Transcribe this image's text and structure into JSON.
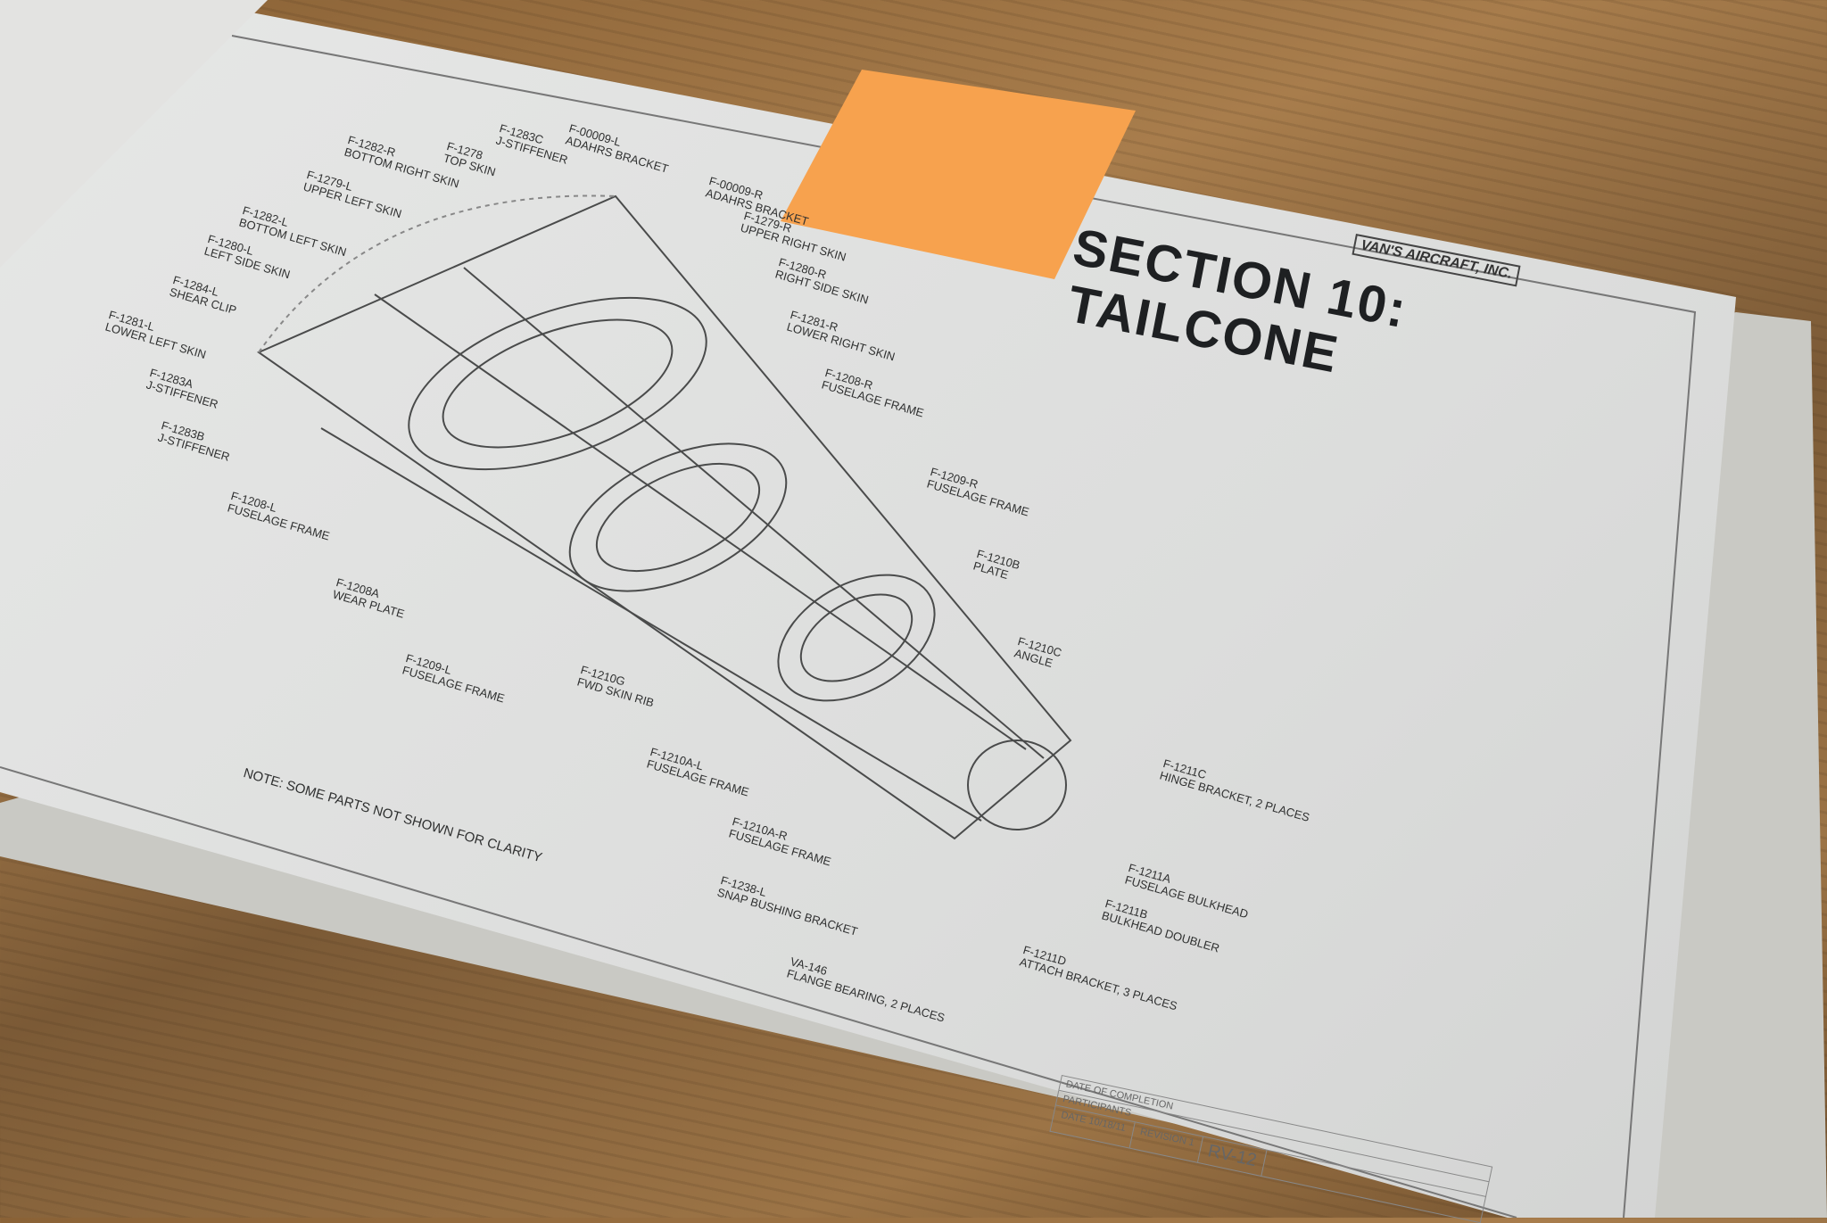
{
  "sheet": {
    "title_line1": "SECTION 10:",
    "title_line2": "TAILCONE",
    "company": "VAN'S AIRCRAFT, INC.",
    "note": "NOTE: SOME PARTS NOT SHOWN FOR CLARITY",
    "title_block": {
      "date_of_completion": "DATE OF COMPLETION",
      "participants": "PARTICIPANTS",
      "date": "DATE 10/18/11",
      "revision": "REVISION 1",
      "model": "RV-12"
    }
  },
  "labels": [
    {
      "part": "F-00009-L",
      "desc": "ADAHRS BRACKET"
    },
    {
      "part": "F-1283C",
      "desc": "J-STIFFENER"
    },
    {
      "part": "F-1278",
      "desc": "TOP SKIN"
    },
    {
      "part": "F-1282-R",
      "desc": "BOTTOM RIGHT SKIN"
    },
    {
      "part": "F-1279-L",
      "desc": "UPPER LEFT SKIN"
    },
    {
      "part": "F-1282-L",
      "desc": "BOTTOM LEFT SKIN"
    },
    {
      "part": "F-1280-L",
      "desc": "LEFT SIDE SKIN"
    },
    {
      "part": "F-1284-L",
      "desc": "SHEAR CLIP"
    },
    {
      "part": "F-1281-L",
      "desc": "LOWER LEFT SKIN"
    },
    {
      "part": "F-1283A",
      "desc": "J-STIFFENER"
    },
    {
      "part": "F-1283B",
      "desc": "J-STIFFENER"
    },
    {
      "part": "F-1208-L",
      "desc": "FUSELAGE FRAME"
    },
    {
      "part": "F-1208A",
      "desc": "WEAR PLATE"
    },
    {
      "part": "F-1209-L",
      "desc": "FUSELAGE FRAME"
    },
    {
      "part": "F-1210G",
      "desc": "FWD SKIN RIB"
    },
    {
      "part": "F-1210A-L",
      "desc": "FUSELAGE FRAME"
    },
    {
      "part": "F-1210A-R",
      "desc": "FUSELAGE FRAME"
    },
    {
      "part": "F-1238-L",
      "desc": "SNAP BUSHING BRACKET"
    },
    {
      "part": "VA-146",
      "desc": "FLANGE BEARING, 2 PLACES"
    },
    {
      "part": "F-1211D",
      "desc": "ATTACH BRACKET, 3 PLACES"
    },
    {
      "part": "F-1211B",
      "desc": "BULKHEAD DOUBLER"
    },
    {
      "part": "F-1211A",
      "desc": "FUSELAGE BULKHEAD"
    },
    {
      "part": "F-1211C",
      "desc": "HINGE BRACKET, 2 PLACES"
    },
    {
      "part": "F-1210C",
      "desc": "ANGLE"
    },
    {
      "part": "F-1210B",
      "desc": "PLATE"
    },
    {
      "part": "F-1209-R",
      "desc": "FUSELAGE FRAME"
    },
    {
      "part": "F-1208-R",
      "desc": "FUSELAGE FRAME"
    },
    {
      "part": "F-1281-R",
      "desc": "LOWER RIGHT SKIN"
    },
    {
      "part": "F-1280-R",
      "desc": "RIGHT SIDE SKIN"
    },
    {
      "part": "F-1279-R",
      "desc": "UPPER RIGHT SKIN"
    },
    {
      "part": "F-00009-R",
      "desc": "ADAHRS BRACKET"
    }
  ]
}
